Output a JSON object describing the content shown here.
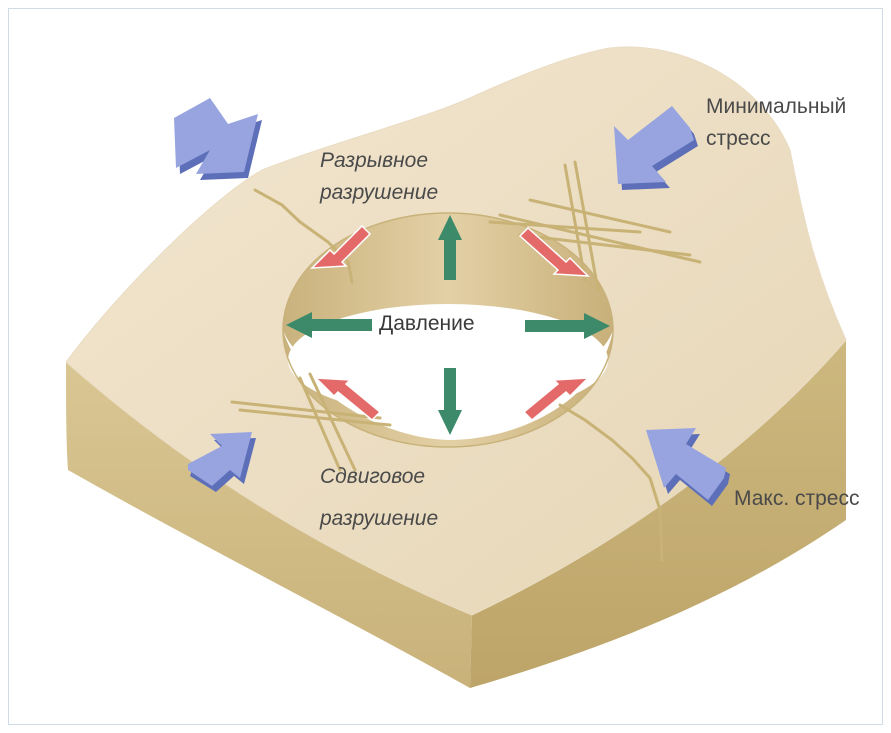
{
  "labels": {
    "min_stress_line1": "Минимальный",
    "min_stress_line2": "стресс",
    "tensile_line1": "Разрывное",
    "tensile_line2": "разрушение",
    "pressure": "Давление",
    "shear_line1": "Сдвиговое",
    "shear_line2": "разрушение",
    "max_stress": "Макс. стресс"
  },
  "colors": {
    "block_top": "#eee0c8",
    "block_side": "#d4c08c",
    "block_side_dark": "#c4ad72",
    "hole_wall": "#ddc89a",
    "fracture": "#c8b276",
    "stress_arrow": "#8f9ddb",
    "stress_arrow_dark": "#5d6fb8",
    "pressure_arrow": "#3d8a6a",
    "failure_arrow": "#e46a6a",
    "text": "#4a4a4a"
  }
}
